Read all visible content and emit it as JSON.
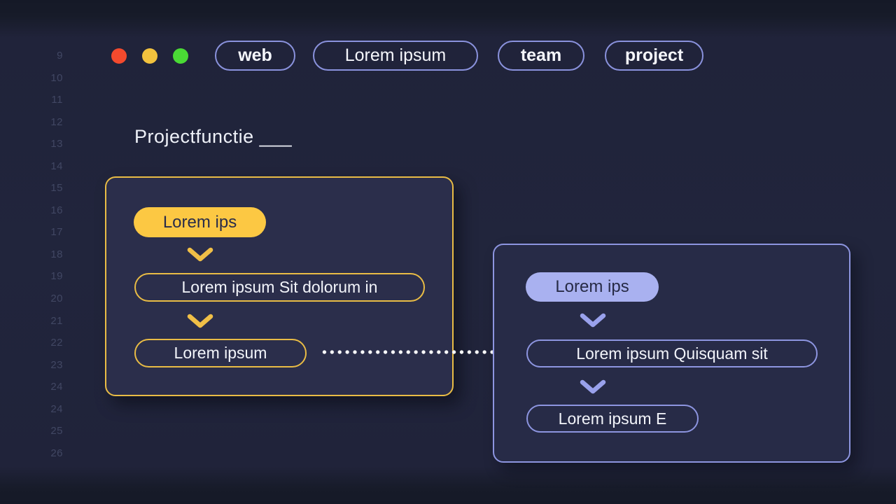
{
  "window": {
    "controls": [
      {
        "name": "close",
        "color": "#f44a2d"
      },
      {
        "name": "minimize",
        "color": "#f2c23e"
      },
      {
        "name": "maximize",
        "color": "#4ada35"
      }
    ],
    "tags": {
      "tag1": "web",
      "tag2": "Lorem ipsum",
      "tag3": "team",
      "tag4": "project"
    }
  },
  "gutter": {
    "line_numbers": [
      "9",
      "10",
      "11",
      "12",
      "13",
      "14",
      "15",
      "16",
      "17",
      "18",
      "19",
      "20",
      "21",
      "22",
      "23",
      "24",
      "24",
      "25",
      "26"
    ]
  },
  "main": {
    "title": "Projectfunctie ___"
  },
  "flow": {
    "source_card": {
      "header": "Lorem ips",
      "step1": "Lorem ipsum Sit dolorum in",
      "step2": "Lorem ipsum",
      "accent_fill": "#fcc843",
      "accent_border": "#e9bc45"
    },
    "target_card": {
      "header": "Lorem ips",
      "step1": "Lorem ipsum Quisquam sit",
      "step2": "Lorem ipsum E",
      "accent_fill": "#a9b1f0",
      "accent_border": "#8d95e0"
    },
    "connector": {
      "style": "dotted-arrow",
      "color": "#ffffff"
    }
  },
  "colors": {
    "background": "#20233a",
    "edge_band": "#161a27",
    "card_left_bg": "#2b2e4b",
    "card_right_bg": "#272b47",
    "tag_border": "#8a92dd",
    "gutter_text": "#414763",
    "text_light": "#f2f4fa",
    "text_dark": "#282c4a"
  }
}
